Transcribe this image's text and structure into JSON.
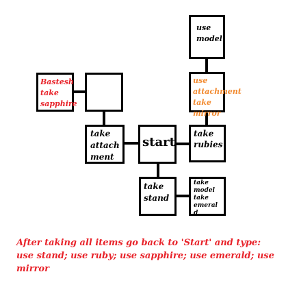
{
  "colors": {
    "text_default": "#000000",
    "text_red": "#e8232a",
    "text_orange": "#f28a30"
  },
  "boxes": {
    "use_model": "use\nmodel",
    "use_attachment": "use\nattachment\ntake mirror",
    "bastesh": "Bastesh\ntake\nsapphire",
    "empty_room": "",
    "take_attachment": "take\nattach\nment",
    "start": "start",
    "take_rubies": "take\nrubies",
    "take_stand": "take\nstand",
    "take_model_emerald": "take\nmodel\ntake\nemeral\nd"
  },
  "instructions": "After taking all items go back to 'Start' and type: use stand; use ruby; use sapphire; use emerald; use mirror"
}
